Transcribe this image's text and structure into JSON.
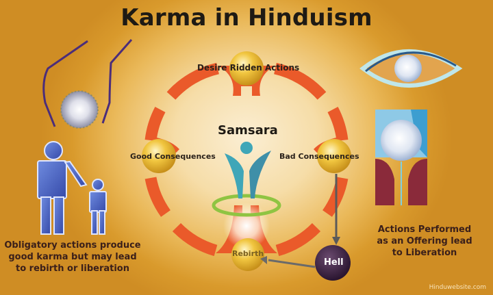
{
  "title": "Karma in Hinduism",
  "diagram": {
    "center_label": "Samsara",
    "nodes": {
      "top": "Desire Ridden Actions",
      "left": "Good Consequences",
      "right": "Bad Consequences",
      "bottom": "Rebirth",
      "hell": "Hell"
    }
  },
  "captions": {
    "left": "Obligatory actions produce good karma but may lead to rebirth or liberation",
    "left_lines": [
      "Obligatory actions produce",
      "good karma but may lead",
      "to rebirth or liberation"
    ],
    "right_lines": [
      "Actions Performed",
      "as an Offering lead",
      "to Liberation"
    ]
  },
  "watermark": "Hinduwebsite.com",
  "colors": {
    "ring": "#ea5a2a",
    "orb": "#e9b92a",
    "hell": "#3b2240",
    "figure": "#3fa6b8",
    "halo": "#8fc442",
    "people": "#4a64c4"
  }
}
